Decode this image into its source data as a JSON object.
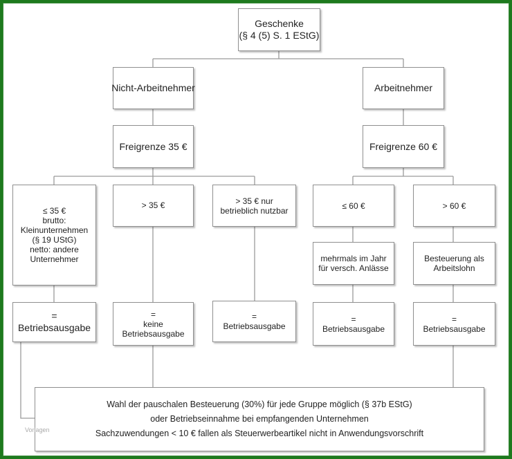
{
  "root": {
    "line1": "Geschenke",
    "line2": "(§ 4 (5) S. 1 EStG)"
  },
  "left": {
    "category": "Nicht-Arbeitnehmer",
    "threshold": "Freigrenze 35 €",
    "case1": {
      "lines": [
        "≤ 35 €",
        "brutto:",
        "Kleinunternehmen",
        "(§ 19 UStG)",
        "netto: andere",
        "Unternehmer"
      ],
      "result": [
        "=",
        "Betriebsausgabe"
      ]
    },
    "case2": {
      "lines": [
        "> 35 €"
      ],
      "result": [
        "=",
        "keine",
        "Betriebsausgabe"
      ]
    },
    "case3": {
      "lines": [
        "> 35 € nur",
        "betrieblich nutzbar"
      ],
      "result": [
        "=",
        "Betriebsausgabe"
      ]
    }
  },
  "right": {
    "category": "Arbeitnehmer",
    "threshold": "Freigrenze 60 €",
    "case1": {
      "lines": [
        "≤ 60 €"
      ],
      "detail": [
        "mehrmals im Jahr",
        "für versch. Anlässe"
      ],
      "result": [
        "=",
        "Betriebsausgabe"
      ]
    },
    "case2": {
      "lines": [
        "> 60 €"
      ],
      "detail": [
        "Besteuerung als",
        "Arbeitslohn"
      ],
      "result": [
        "=",
        "Betriebsausgabe"
      ]
    }
  },
  "note": {
    "line1": "Wahl der pauschalen Besteuerung (30%) für jede Gruppe möglich (§ 37b EStG)",
    "line2": "oder Betriebseinnahme bei empfangenden Unternehmen",
    "line3": "Sachzuwendungen < 10 € fallen als Steuerwerbeartikel nicht in Anwendungsvorschrift"
  },
  "watermark": "Vorlagen",
  "colors": {
    "frame": "#1e7a1e",
    "box_border": "#8f8f8f",
    "connector": "#9a9a9a"
  }
}
